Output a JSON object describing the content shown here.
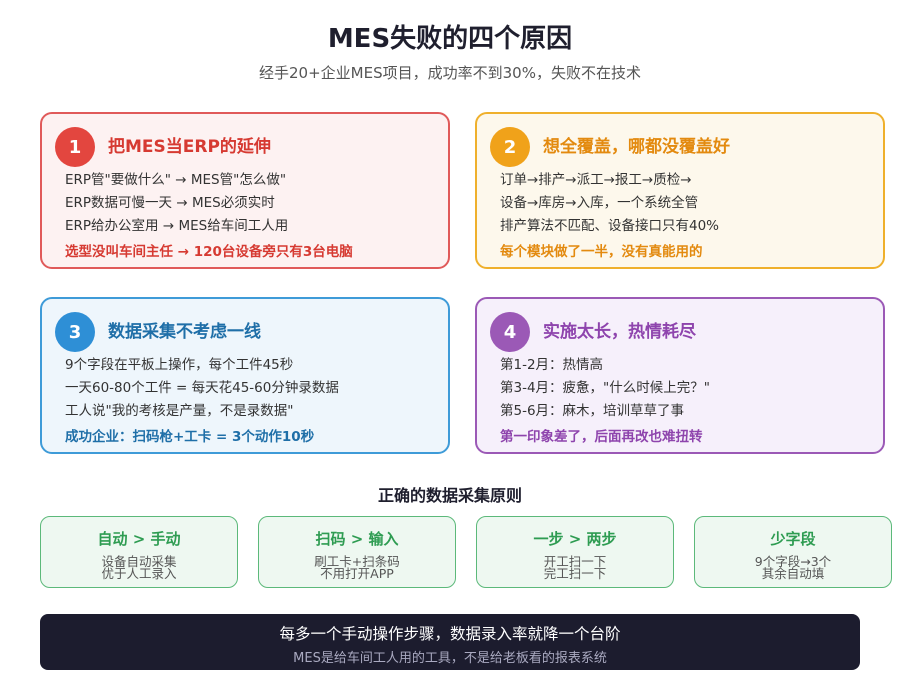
{
  "header": {
    "title": "MES失败的四个原因",
    "subtitle": "经手20+企业MES项目，成功率不到30%，失败不在技术"
  },
  "reasons": [
    {
      "num": "1",
      "title": "把MES当ERP的延伸",
      "lines": [
        "ERP管\"要做什么\" → MES管\"怎么做\"",
        "ERP数据可慢一天 → MES必须实时",
        "ERP给办公室用 → MES给车间工人用"
      ],
      "highlight": "选型没叫车间主任 → 120台设备旁只有3台电脑",
      "color": "#e3463f"
    },
    {
      "num": "2",
      "title": "想全覆盖，哪都没覆盖好",
      "lines": [
        "订单→排产→派工→报工→质检→",
        "设备→库房→入库，一个系统全管",
        "排产算法不匹配、设备接口只有40%"
      ],
      "highlight": "每个模块做了一半，没有真能用的",
      "color": "#f0a21a"
    },
    {
      "num": "3",
      "title": "数据采集不考虑一线",
      "lines": [
        "9个字段在平板上操作，每个工件45秒",
        "一天60-80个工件 = 每天花45-60分钟录数据",
        "工人说\"我的考核是产量，不是录数据\""
      ],
      "highlight": "成功企业：扫码枪+工卡 = 3个动作10秒",
      "color": "#2e8fd6"
    },
    {
      "num": "4",
      "title": "实施太长，热情耗尽",
      "lines": [
        "第1-2月：热情高",
        "第3-4月：疲惫，\"什么时候上完？\"",
        "第5-6月：麻木，培训草草了事"
      ],
      "highlight": "第一印象差了，后面再改也难扭转",
      "color": "#9b59b6"
    }
  ],
  "principles": {
    "title": "正确的数据采集原则",
    "items": [
      {
        "title": "自动 > 手动",
        "sub1": "设备自动采集",
        "sub2": "优于人工录入"
      },
      {
        "title": "扫码 > 输入",
        "sub1": "刷工卡+扫条码",
        "sub2": "不用打开APP"
      },
      {
        "title": "一步 > 两步",
        "sub1": "开工扫一下",
        "sub2": "完工扫一下"
      },
      {
        "title": "少字段",
        "sub1": "9个字段→3个",
        "sub2": "其余自动填"
      }
    ]
  },
  "footer": {
    "main": "每多一个手动操作步骤，数据录入率就降一个台阶",
    "sub": "MES是给车间工人用的工具，不是给老板看的报表系统"
  }
}
